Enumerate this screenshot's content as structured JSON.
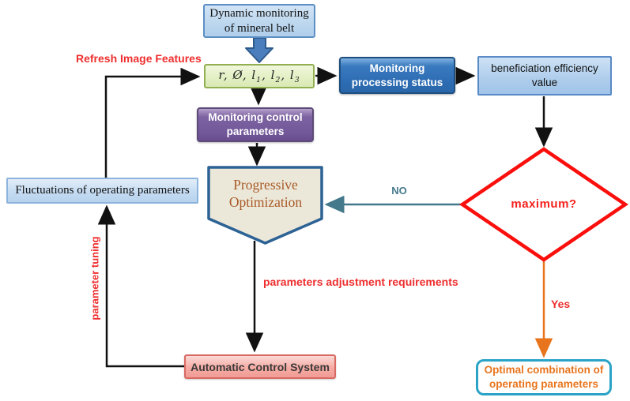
{
  "diagram": {
    "title": "Progressive optimization control flowchart",
    "nodes": {
      "dynamic_monitoring": "Dynamic monitoring of mineral belt",
      "features": {
        "p1": "r, Ø, l",
        "sub1": "1",
        "p2": ", l",
        "sub2": "2",
        "p3": ", l",
        "sub3": "3"
      },
      "processing_status": "Monitoring processing status",
      "beneficiation": "beneficiation efficiency value",
      "control_parameters": "Monitoring control parameters",
      "progressive_optimization": "Progressive Optimization",
      "fluctuations": "Fluctuations of operating parameters",
      "decision_maximum": "maximum?",
      "automatic_control": "Automatic Control System",
      "optimal_combination": "Optimal combination of operating parameters"
    },
    "edge_labels": {
      "refresh": "Refresh Image Features",
      "no": "NO",
      "yes": "Yes",
      "parameter_tuning": "parameter tuning",
      "adjustment": "parameters adjustment requirements"
    },
    "colors": {
      "red_label": "#ee2e2e",
      "decision_border": "#fa0f0c",
      "no_line": "#44798b",
      "yes_line": "#e8751e",
      "optimal_border": "#2ba3c7",
      "optimal_text": "#e8751e",
      "progressive_text": "#a85a28",
      "pentagon_border": "#2d6295",
      "pentagon_fill": "#ece8d9",
      "block_arrow": "#4a7ebc",
      "status_box": "#2d6cb2",
      "purple_box": "#73589a",
      "acs_box": "#f5aba4",
      "green_box": "#e2efc2",
      "light_blue_box": "#bdd7ee"
    }
  }
}
